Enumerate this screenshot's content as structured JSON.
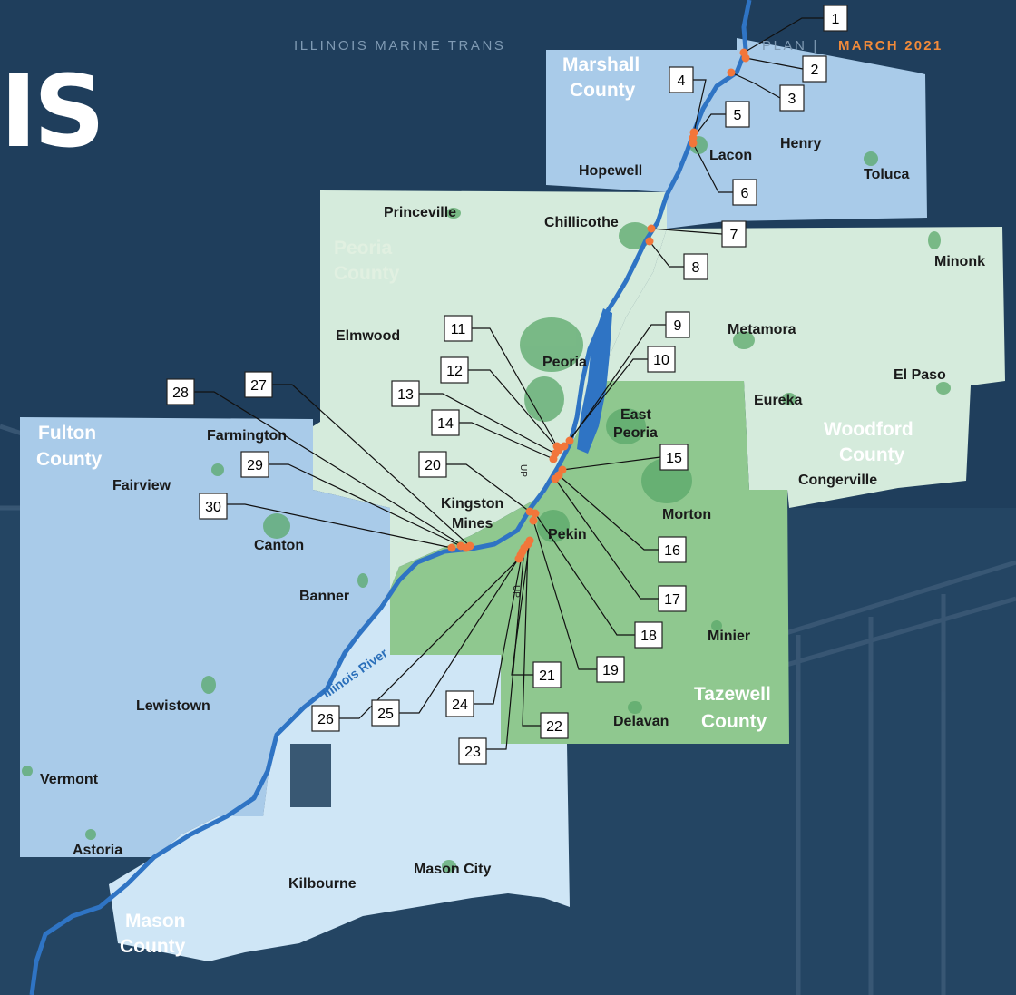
{
  "header": {
    "left_text": "ILLINOIS MARINE TRANS",
    "right_text": "PLAN |",
    "date": "MARCH 2021"
  },
  "big_title": "IS",
  "colors": {
    "background": "#1f3e5c",
    "marshall_fulton": "#a9cbe9",
    "peoria_woodford": "#d5ebdc",
    "tazewell": "#8fc88f",
    "mason": "#cfe6f6",
    "river": "#2f74c4",
    "site": "#f2763a",
    "header_accent": "#f08a3a"
  },
  "counties": {
    "marshall": "Marshall County",
    "peoria": "Peoria County",
    "fulton": "Fulton County",
    "woodford": "Woodford County",
    "tazewell": "Tazewell County",
    "mason": "Mason County"
  },
  "towns": {
    "hopewell": "Hopewell",
    "lacon": "Lacon",
    "henry": "Henry",
    "toluca": "Toluca",
    "princeville": "Princeville",
    "chillicothe": "Chillicothe",
    "minonk": "Minonk",
    "elmwood": "Elmwood",
    "metamora": "Metamora",
    "peoria": "Peoria",
    "el_paso": "El Paso",
    "eureka": "Eureka",
    "east_peoria": "East Peoria",
    "congerville": "Congerville",
    "farmington": "Farmington",
    "fairview": "Fairview",
    "kingston_mines": "Kingston Mines",
    "morton": "Morton",
    "pekin": "Pekin",
    "canton": "Canton",
    "banner": "Banner",
    "minier": "Minier",
    "lewistown": "Lewistown",
    "delavan": "Delavan",
    "vermont": "Vermont",
    "astoria": "Astoria",
    "kilbourne": "Kilbourne",
    "mason_city": "Mason City"
  },
  "river_label": "Illinois River",
  "railroad_label": "UP",
  "site_labels": [
    "1",
    "2",
    "3",
    "4",
    "5",
    "6",
    "7",
    "8",
    "9",
    "10",
    "11",
    "12",
    "13",
    "14",
    "15",
    "16",
    "17",
    "18",
    "19",
    "20",
    "21",
    "22",
    "23",
    "24",
    "25",
    "26",
    "27",
    "28",
    "29",
    "30"
  ]
}
